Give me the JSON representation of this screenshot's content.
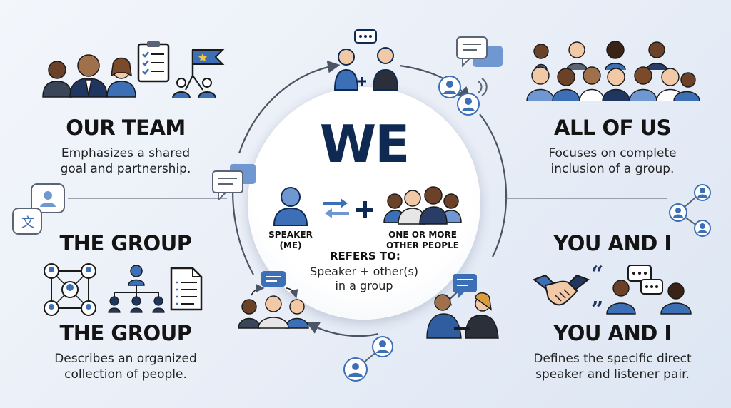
{
  "center": {
    "title": "WE",
    "speaker_label": "SPEAKER\n(ME)",
    "others_label": "ONE OR MORE\nOTHER PEOPLE",
    "refers_heading": "REFERS TO:",
    "refers_text": "Speaker + other(s)\nin a group"
  },
  "sections": {
    "our_team": {
      "title": "OUR TEAM",
      "desc": "Emphasizes a shared\ngoal and partnership."
    },
    "all_of_us": {
      "title": "ALL OF US",
      "desc": "Focuses on complete\ninclusion of a group."
    },
    "the_group_top": {
      "title": "THE GROUP"
    },
    "the_group_bottom": {
      "title": "THE GROUP",
      "desc": "Describes an organized\ncollection of people."
    },
    "you_and_i_top": {
      "title": "YOU AND I"
    },
    "you_and_i_bottom": {
      "title": "YOU AND I",
      "desc": "Defines the specific direct\nspeaker and listener pair."
    }
  },
  "colors": {
    "navy": "#0e2a52",
    "blue": "#3d6fb6",
    "light_blue": "#6f98d2",
    "skin_light": "#f2c9a6",
    "skin_dark": "#6b4128",
    "line": "#5a6475"
  },
  "icons": [
    "business-team-icon",
    "clipboard-icon",
    "goal-flag-icon",
    "conversation-icon",
    "chat-bubbles-icon",
    "crowd-icon",
    "network-icon",
    "translate-icon",
    "org-chart-icon",
    "checklist-icon",
    "handshake-icon",
    "quote-icon",
    "exchange-arrows-icon",
    "plus-icon"
  ]
}
